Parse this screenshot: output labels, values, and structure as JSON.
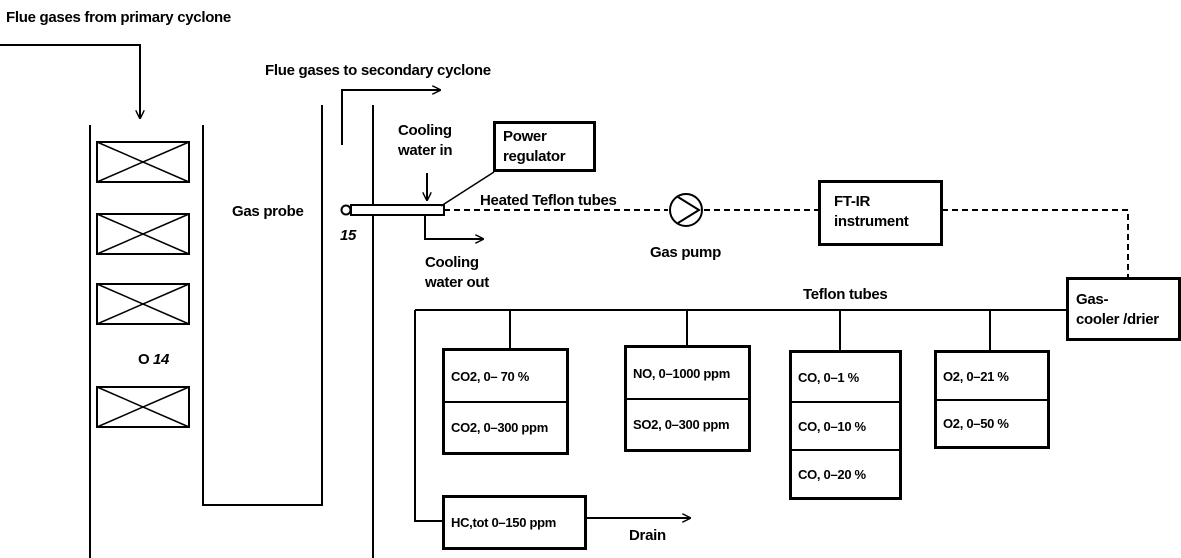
{
  "labels": {
    "flue_in": "Flue gases from primary cyclone",
    "flue_out": "Flue gases to secondary cyclone",
    "cooling_in": "Cooling\nwater in",
    "cooling_out": "Cooling\nwater out",
    "power_regulator": "Power\nregulator",
    "gas_probe": "Gas probe",
    "point_15": "15",
    "point_14": "14",
    "point_14_marker": "O",
    "heated_tubes": "Heated Teflon tubes",
    "gas_pump": "Gas pump",
    "ftir": "FT-IR\ninstrument",
    "teflon_tubes": "Teflon tubes",
    "cooler": "Gas-\ncooler /drier",
    "drain": "Drain"
  },
  "analyzers": {
    "co2": [
      "CO2, 0– 70 %",
      "CO2, 0–300 ppm"
    ],
    "no_so2": [
      "NO, 0–1000 ppm",
      "SO2, 0–300 ppm"
    ],
    "co": [
      "CO, 0–1 %",
      "CO, 0–10 %",
      "CO, 0–20 %"
    ],
    "o2": [
      "O2, 0–21 %",
      "O2, 0–50 %"
    ],
    "hc": "HC,tot 0–150 ppm"
  }
}
